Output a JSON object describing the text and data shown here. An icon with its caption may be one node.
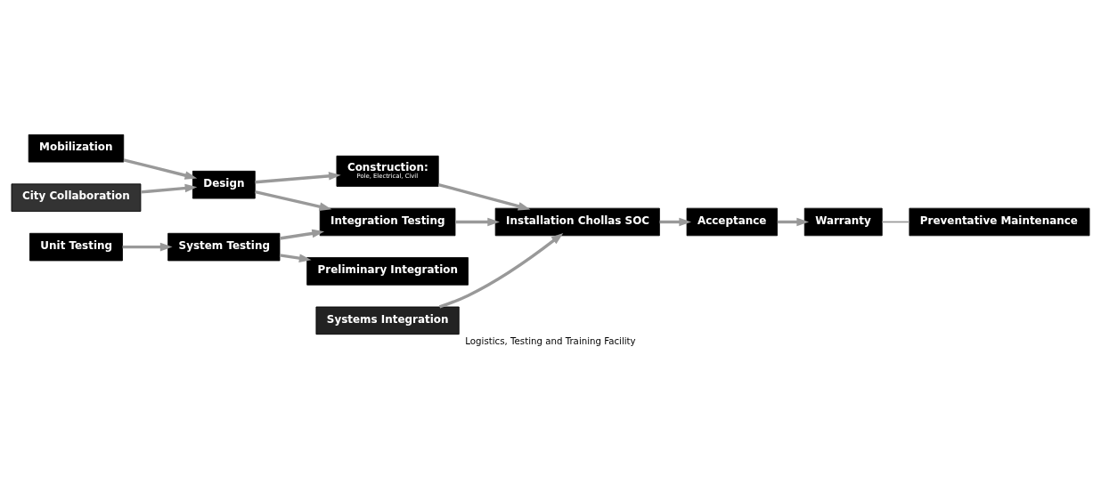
{
  "diagram": {
    "caption": "Logistics, Testing and Training Facility",
    "nodes": [
      {
        "text": [
          "Mobilization"
        ]
      },
      {
        "text": [
          "Design"
        ]
      },
      {
        "text": [
          "Construction:",
          "Pole, Electrical, Civil"
        ]
      },
      {
        "text": [
          "Integration Testing"
        ]
      },
      {
        "text": [
          "Installation Chollas SOC"
        ]
      },
      {
        "text": [
          "Acceptance"
        ]
      },
      {
        "text": [
          "Warranty"
        ]
      },
      {
        "text": [
          "Preventative Maintenance"
        ]
      },
      {
        "text": [
          "City Collaboration"
        ]
      },
      {
        "text": [
          "Systems Integration"
        ]
      },
      {
        "text": [
          "Unit Testing"
        ]
      },
      {
        "text": [
          "System Testing"
        ]
      },
      {
        "text": [
          "Preliminary Integration"
        ]
      }
    ],
    "edges": [
      {
        "from": 0,
        "to": 1,
        "arrow": "to"
      },
      {
        "from": 1,
        "to": 2,
        "arrow": "to"
      },
      {
        "from": 1,
        "to": 3,
        "arrow": "to"
      },
      {
        "from": 2,
        "to": 4,
        "arrow": "to"
      },
      {
        "from": 3,
        "to": 4,
        "arrow": "to"
      },
      {
        "from": 4,
        "to": 5,
        "arrow": "to"
      },
      {
        "from": 5,
        "to": 6,
        "arrow": "to"
      },
      {
        "from": 6,
        "to": 7,
        "arrow": "none"
      },
      {
        "from": 8,
        "to": 1,
        "arrow": "to"
      },
      {
        "from": 9,
        "to": 4,
        "arrow": "to"
      },
      {
        "from": 11,
        "to": 3,
        "arrow": "to"
      },
      {
        "from": 10,
        "to": 11,
        "arrow": "to"
      },
      {
        "from": 11,
        "to": 12,
        "arrow": "to"
      }
    ]
  }
}
